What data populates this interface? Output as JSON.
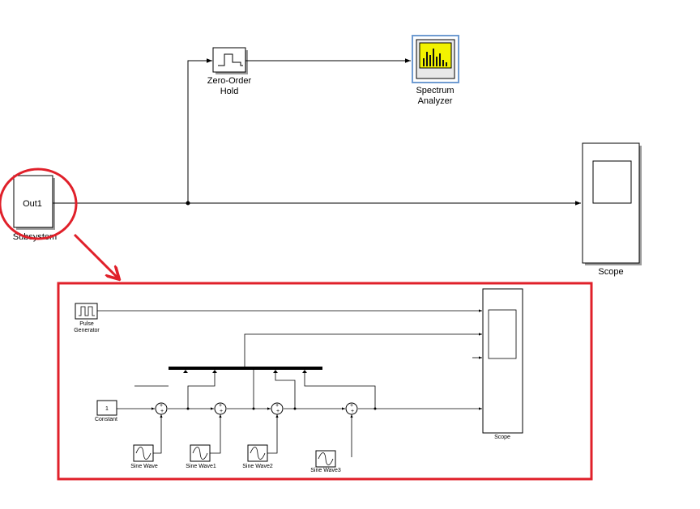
{
  "main_model": {
    "zero_order_hold": {
      "line1": "Zero-Order",
      "line2": "Hold"
    },
    "spectrum_analyzer": {
      "line1": "Spectrum",
      "line2": "Analyzer"
    },
    "scope": {
      "label": "Scope"
    },
    "subsystem": {
      "port_label": "Out1",
      "label": "Subsystem"
    }
  },
  "annotation": {
    "circle_color": "#e0202a",
    "arrow_color": "#e0202a",
    "box_color": "#e0202a"
  },
  "subsystem_detail": {
    "pulse_generator": {
      "line1": "Pulse",
      "line2": "Generator"
    },
    "constant": {
      "value": "1",
      "label": "Constant"
    },
    "sine_waves": [
      "Sine Wave",
      "Sine Wave1",
      "Sine Wave2",
      "Sine Wave3"
    ],
    "scope": {
      "label": "Scope"
    }
  },
  "colors": {
    "spectrum_icon_bg": "#f2f200",
    "spectrum_highlight": "#6f9bd1"
  }
}
